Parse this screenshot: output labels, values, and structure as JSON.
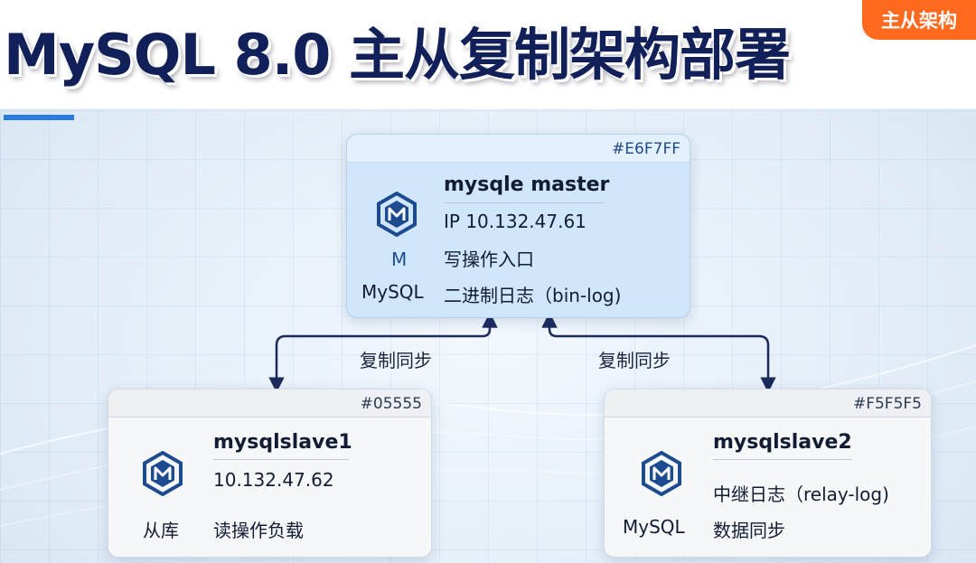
{
  "header": {
    "title": "MySQL 8.0 主从复制架构部署",
    "tag": "主从架构"
  },
  "nodes": {
    "master": {
      "color_label": "#E6F7FF",
      "name": "mysqle master",
      "ip": "IP 10.132.47.61",
      "role": "写操作入口",
      "log": "二进制日志（bin-log)",
      "icon_letter": "M",
      "side_label": "MySQL",
      "icon": "mysql-hex-icon"
    },
    "slave1": {
      "color_label": "#05555",
      "name": "mysqlslave1",
      "ip": "10.132.47.62",
      "role": "读操作负载",
      "side_label": "从库",
      "icon": "mysql-hex-icon"
    },
    "slave2": {
      "color_label": "#F5F5F5",
      "name": "mysqlslave2",
      "log": "中继日志（relay-log)",
      "role": "数据同步",
      "side_label": "MySQL",
      "icon": "mysql-hex-icon"
    }
  },
  "edges": [
    {
      "from": "master",
      "to": "slave1",
      "label": "复制同步"
    },
    {
      "from": "master",
      "to": "slave2",
      "label": "复制同步"
    }
  ],
  "colors": {
    "title": "#12205a",
    "accent_underline": "#2a7ae0",
    "tag_bg": "#ff6a1f",
    "master_bg": "#cfe6fb",
    "slave_bg": "#f6f7f9",
    "arrow": "#1b2a5c",
    "icon": "#1d4b8f"
  }
}
